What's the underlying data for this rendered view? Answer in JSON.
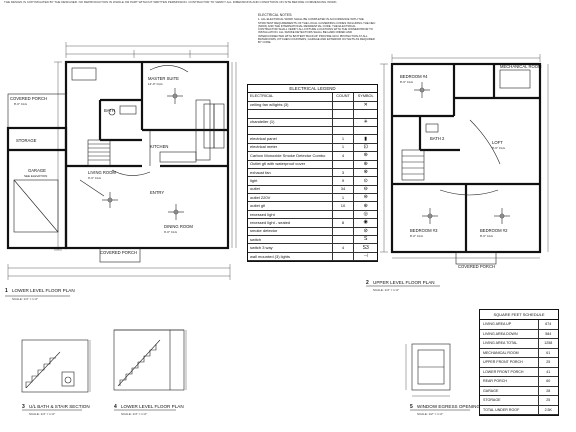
{
  "sheet": {
    "top_note": "THE DESIGN IS COPYRIGHTED BY THE DESIGNER. NO REPRODUCTION IN WHOLE OR PART WITHOUT WRITTEN PERMISSION. CONTRACTOR TO VERIFY ALL DIMENSIONS AND CONDITIONS ON SITE BEFORE COMMENCING WORK."
  },
  "notes": {
    "title": "ELECTRICAL NOTES:",
    "body": "1. ALL ELECTRICAL WORK SHALL BE COMPLETED IN ACCORDANCE WITH THE STRICTEST REQUIREMENTS OF THE LOCAL GOVERNING CODES INCLUDING THE NEC (NFPA) AND THE INTERNATIONAL RESIDENTIAL CODE. THE ELECTRICAL CONTRACTOR SHALL VERIFY ALL FIXTURE LOCATIONS WITH THE OWNER PRIOR TO INSTALLATION. ALL SMOKE DETECTORS SHALL BE HARD WIRED AND INTERCONNECTED WITH BATTERY BACKUP. PROVIDE GFCI PROTECTION AT ALL BATHROOMS, KITCHEN COUNTERS, GARAGE AND EXTERIOR OUTLETS AS REQUIRED BY CODE."
  },
  "legend": {
    "title": "ELECTRICAL LEGEND",
    "headers": [
      "ELECTRICAL",
      "COUNT",
      "SYMBOL"
    ],
    "rows": [
      {
        "label": "ceiling fan w/lights (3)",
        "count": "",
        "symbol": "✕"
      },
      {
        "label": "",
        "count": "",
        "symbol": ""
      },
      {
        "label": "chandelier (1)",
        "count": "",
        "symbol": "✳"
      },
      {
        "label": "",
        "count": "",
        "symbol": ""
      },
      {
        "label": "electrical panel",
        "count": "1",
        "symbol": "▮"
      },
      {
        "label": "electrical meter",
        "count": "1",
        "symbol": "⊡"
      },
      {
        "label": "Carbon Monoxide Smoke Detector Combo",
        "count": "4",
        "symbol": "⊛"
      },
      {
        "label": "Outlet gfi with waterproof cover",
        "count": "",
        "symbol": "⊕"
      },
      {
        "label": "exhaust fan",
        "count": "3",
        "symbol": "⊗"
      },
      {
        "label": "light",
        "count": "9",
        "symbol": "⊙"
      },
      {
        "label": "outlet",
        "count": "34",
        "symbol": "⊖"
      },
      {
        "label": "outlet 220V",
        "count": "1",
        "symbol": "⊜"
      },
      {
        "label": "outlet gfi",
        "count": "10",
        "symbol": "⊕"
      },
      {
        "label": "recessed light",
        "count": "",
        "symbol": "◎"
      },
      {
        "label": "recessed light - sealed",
        "count": "8",
        "symbol": "◉"
      },
      {
        "label": "smoke detector",
        "count": "",
        "symbol": "⊘"
      },
      {
        "label": "switch",
        "count": "",
        "symbol": "S"
      },
      {
        "label": "switch 3 way",
        "count": "4",
        "symbol": "S3"
      },
      {
        "label": "wall mounted (3) lights",
        "count": "",
        "symbol": "⊣"
      }
    ]
  },
  "lower_plan": {
    "number": "1",
    "title": "LOWER LEVEL FLOOR PLAN",
    "scale": "SCALE: 1/4\" = 1'-0\"",
    "rooms": [
      {
        "name": "MASTER SUITE",
        "size": "14'-0\" CLG"
      },
      {
        "name": "BATH",
        "size": ""
      },
      {
        "name": "KITCHEN",
        "size": ""
      },
      {
        "name": "LIVING ROOM",
        "size": "9'-0\" CLG"
      },
      {
        "name": "ENTRY",
        "size": ""
      },
      {
        "name": "DINING ROOM",
        "size": "9'-0\" CLG"
      },
      {
        "name": "COVERED PORCH",
        "size": "8'-0\" CLG"
      },
      {
        "name": "STORAGE",
        "size": ""
      },
      {
        "name": "GARAGE",
        "size": "SEE ELEVATION"
      },
      {
        "name": "COVERED PORCH",
        "size": ""
      }
    ]
  },
  "upper_plan": {
    "number": "2",
    "title": "UPPER LEVEL FLOOR PLAN",
    "scale": "SCALE: 1/4\" = 1'-0\"",
    "rooms": [
      {
        "name": "BEDROOM #4",
        "size": "8'-0\" CLG"
      },
      {
        "name": "MECHANICAL ROOM",
        "size": ""
      },
      {
        "name": "BATH 2",
        "size": ""
      },
      {
        "name": "LOFT",
        "size": "8'-0\" CLG"
      },
      {
        "name": "BEDROOM #3",
        "size": "8'-0\" CLG"
      },
      {
        "name": "BEDROOM #2",
        "size": "8'-0\" CLG"
      },
      {
        "name": "COVERED PORCH",
        "size": ""
      }
    ]
  },
  "details": [
    {
      "number": "3",
      "title": "U/L BATH & STAIR SECTION",
      "scale": "SCALE: 1/4\" = 1'-0\""
    },
    {
      "number": "4",
      "title": "LOWER LEVEL FLOOR PLAN",
      "scale": "SCALE: 1/4\" = 1'-0\""
    },
    {
      "number": "5",
      "title": "WINDOW EGRESS OPENING SIZE",
      "scale": "SCALE: 1/2\" = 1'-0\""
    }
  ],
  "schedule": {
    "title": "SQUARE FEET SCHEDULE",
    "rows": [
      {
        "label": "LIVING AREA UP",
        "value": "674"
      },
      {
        "label": "LIVING AREA DOWN",
        "value": "584"
      },
      {
        "label": "LIVING AREA TOTAL",
        "value": "1258"
      },
      {
        "label": "MECHANICAL ROOM",
        "value": "61"
      },
      {
        "label": "UPPER FRONT PORCH",
        "value": "25"
      },
      {
        "label": "LOWER FRONT PORCH",
        "value": "41"
      },
      {
        "label": "REAR PORCH",
        "value": "60"
      },
      {
        "label": "GARAGE",
        "value": "28"
      },
      {
        "label": "STORAGE",
        "value": "25"
      },
      {
        "label": "TOTAL UNDER ROOF",
        "value": "2.5K"
      }
    ]
  }
}
